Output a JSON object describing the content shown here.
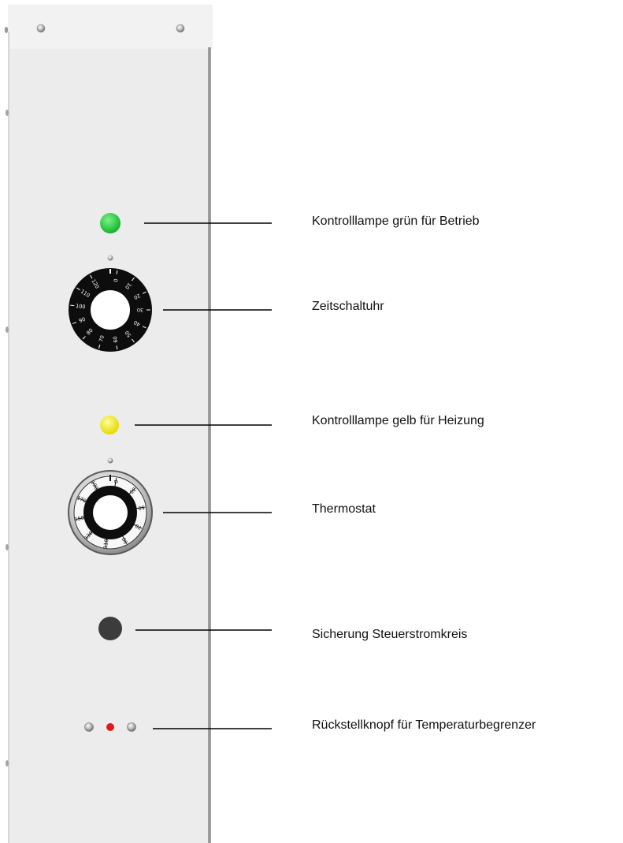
{
  "callouts": [
    {
      "id": "green-lamp",
      "label": "Kontrolllampe grün für Betrieb"
    },
    {
      "id": "timer",
      "label": "Zeitschaltuhr"
    },
    {
      "id": "yellow-lamp",
      "label": "Kontrolllampe gelb für Heizung"
    },
    {
      "id": "thermostat",
      "label": "Thermostat"
    },
    {
      "id": "fuse",
      "label": "Sicherung Steuerstromkreis"
    },
    {
      "id": "reset",
      "label": "Rückstellknopf für Temperaturbegrenzer"
    }
  ],
  "colors": {
    "panel": "#ececec",
    "green_lamp": "#22d33a",
    "yellow_lamp": "#f4ee1e",
    "fuse": "#3c3c3c",
    "reset_button": "#e01a1a",
    "leader": "#000000"
  },
  "timer_dial": {
    "ticks": [
      "0",
      "10",
      "20",
      "30",
      "40",
      "50",
      "60",
      "70",
      "80",
      "90",
      "100",
      "110",
      "120"
    ],
    "start_angle": 10,
    "end_angle": 330
  },
  "thermostat_dial": {
    "ticks": [
      "0",
      "30",
      "50",
      "70",
      "90",
      "110",
      "130",
      "150",
      "170",
      "190"
    ],
    "start_angle": 10,
    "end_angle": 330
  }
}
